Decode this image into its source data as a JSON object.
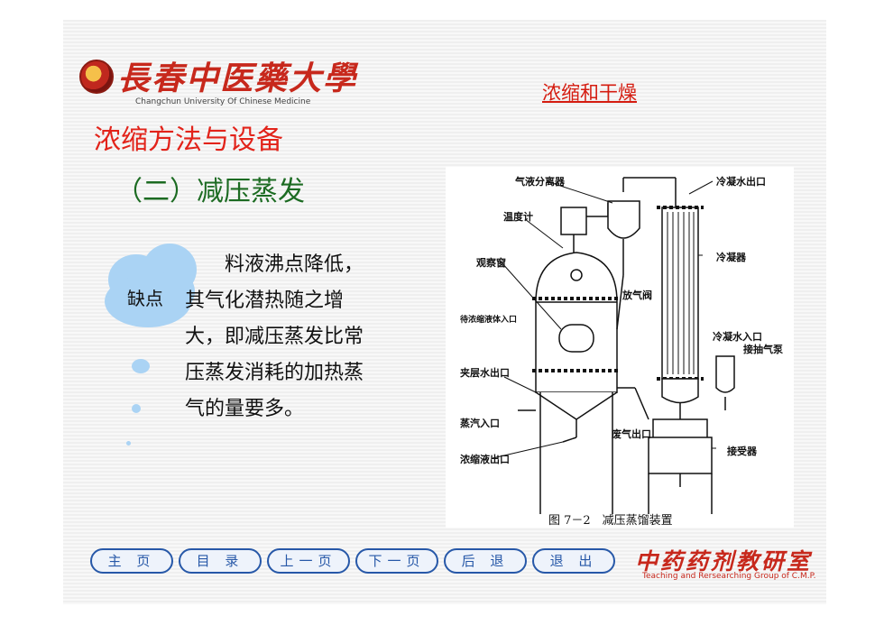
{
  "header": {
    "logo_text": "長春中医藥大學",
    "logo_subtitle": "Changchun University Of Chinese Medicine",
    "course_link": "浓缩和干燥"
  },
  "slide": {
    "title": "浓缩方法与设备",
    "subtitle": "（二）减压蒸发",
    "cloud_label": "缺点",
    "body_lines": [
      "　　料液沸点降低，",
      "其气化潜热随之增",
      "大，即减压蒸发比常",
      "压蒸发消耗的加热蒸",
      "气的量要多。"
    ]
  },
  "figure": {
    "labels": {
      "separator": "气液分离器",
      "cond_out": "冷凝水出口",
      "thermo": "温度计",
      "condenser": "冷凝器",
      "window": "观察窗",
      "vent": "放气阀",
      "feed": "待浓缩液体入口",
      "cond_in": "冷凝水入口",
      "pump": "接抽气泵",
      "jacket": "夹层水出口",
      "steam": "蒸汽入口",
      "exhaust": "废气出口",
      "product": "浓缩液出口",
      "receiver": "接受器"
    },
    "caption": "图 7－2　减压蒸馏装置"
  },
  "nav": {
    "buttons": [
      "主 页",
      "目 录",
      "上一页",
      "下一页",
      "后 退",
      "退 出"
    ]
  },
  "brand": {
    "name": "中药药剂教研室",
    "subtitle": "Teaching and Rersearching Group of C.M.P."
  },
  "colors": {
    "title_red": "#e2231a",
    "subtitle_green": "#1c6b22",
    "cloud_blue": "#aad3f4",
    "nav_blue": "#2758a8"
  }
}
